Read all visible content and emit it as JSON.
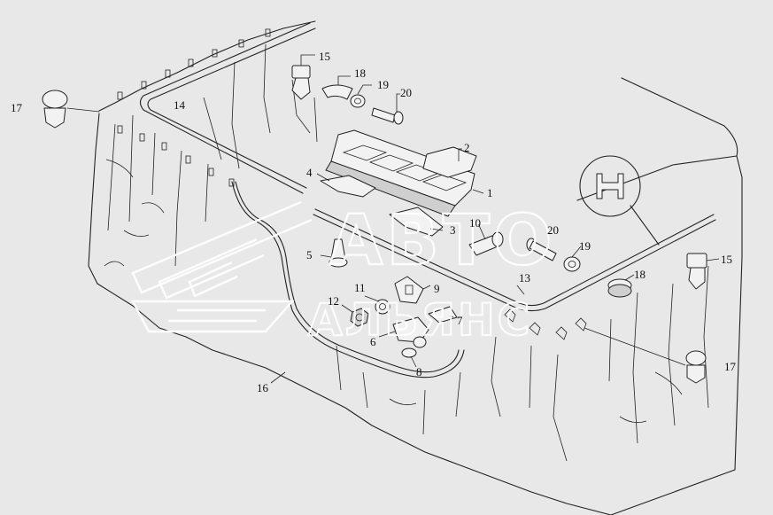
{
  "watermark": {
    "line1": "АВТО",
    "line2": "АЛЬЯНС"
  },
  "callouts": [
    {
      "id": "c15a",
      "text": "15"
    },
    {
      "id": "c18a",
      "text": "18"
    },
    {
      "id": "c19a",
      "text": "19"
    },
    {
      "id": "c20a",
      "text": "20"
    },
    {
      "id": "c17a",
      "text": "17"
    },
    {
      "id": "c14",
      "text": "14"
    },
    {
      "id": "c2",
      "text": "2"
    },
    {
      "id": "c4",
      "text": "4"
    },
    {
      "id": "c1",
      "text": "1"
    },
    {
      "id": "c3",
      "text": "3"
    },
    {
      "id": "c10",
      "text": "10"
    },
    {
      "id": "c20b",
      "text": "20"
    },
    {
      "id": "c19b",
      "text": "19"
    },
    {
      "id": "c15b",
      "text": "15"
    },
    {
      "id": "c5",
      "text": "5"
    },
    {
      "id": "c11",
      "text": "11"
    },
    {
      "id": "c9",
      "text": "9"
    },
    {
      "id": "c13",
      "text": "13"
    },
    {
      "id": "c18b",
      "text": "18"
    },
    {
      "id": "c12",
      "text": "12"
    },
    {
      "id": "c7",
      "text": "7"
    },
    {
      "id": "c6",
      "text": "6"
    },
    {
      "id": "c8",
      "text": "8"
    },
    {
      "id": "c16",
      "text": "16"
    },
    {
      "id": "c17b",
      "text": "17"
    }
  ]
}
